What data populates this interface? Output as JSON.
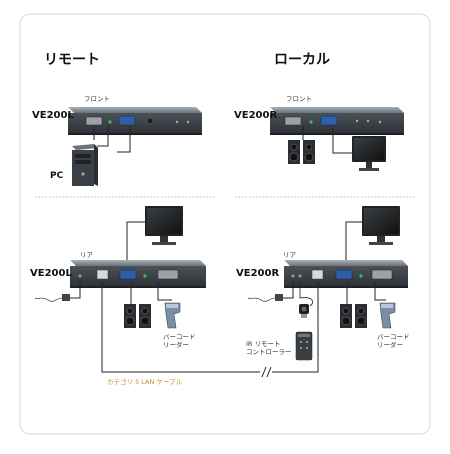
{
  "labels": {
    "remote_title": "リモート",
    "local_title": "ローカル",
    "front_left": "フロント",
    "front_right": "フロント",
    "rear_left": "リア",
    "rear_right": "リア",
    "ve200l_front": "VE200L",
    "ve200r_front": "VE200R",
    "ve200l_rear": "VE200L",
    "ve200r_rear": "VE200R",
    "pc": "PC",
    "barcode_left": "バーコード\nリーダー",
    "barcode_right": "バーコード\nリーダー",
    "ir_remote": "IR リモート\nコントローラー",
    "cable": "カテゴリ 5 LAN ケーブル"
  },
  "colors": {
    "device_dark": "#3d4349",
    "device_mid": "#6a737a",
    "vga_blue": "#2f5fa8",
    "cable_orange": "#d08a2a",
    "led_green": "#37c447"
  }
}
